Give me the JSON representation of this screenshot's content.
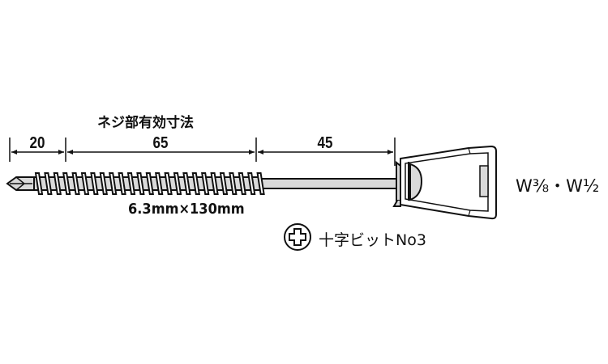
{
  "header": {
    "title": "ネジ部有効寸法"
  },
  "dimensions": [
    {
      "label": "20"
    },
    {
      "label": "65"
    },
    {
      "label": "45"
    }
  ],
  "size_label": "6.3mm×130mm",
  "bit_label": "十字ビットNo3",
  "washer_label": "W⅜・W½",
  "icons": {
    "bit": "phillips-cross-icon"
  },
  "colors": {
    "line": "#111111",
    "fill": "#d9d9d9"
  }
}
